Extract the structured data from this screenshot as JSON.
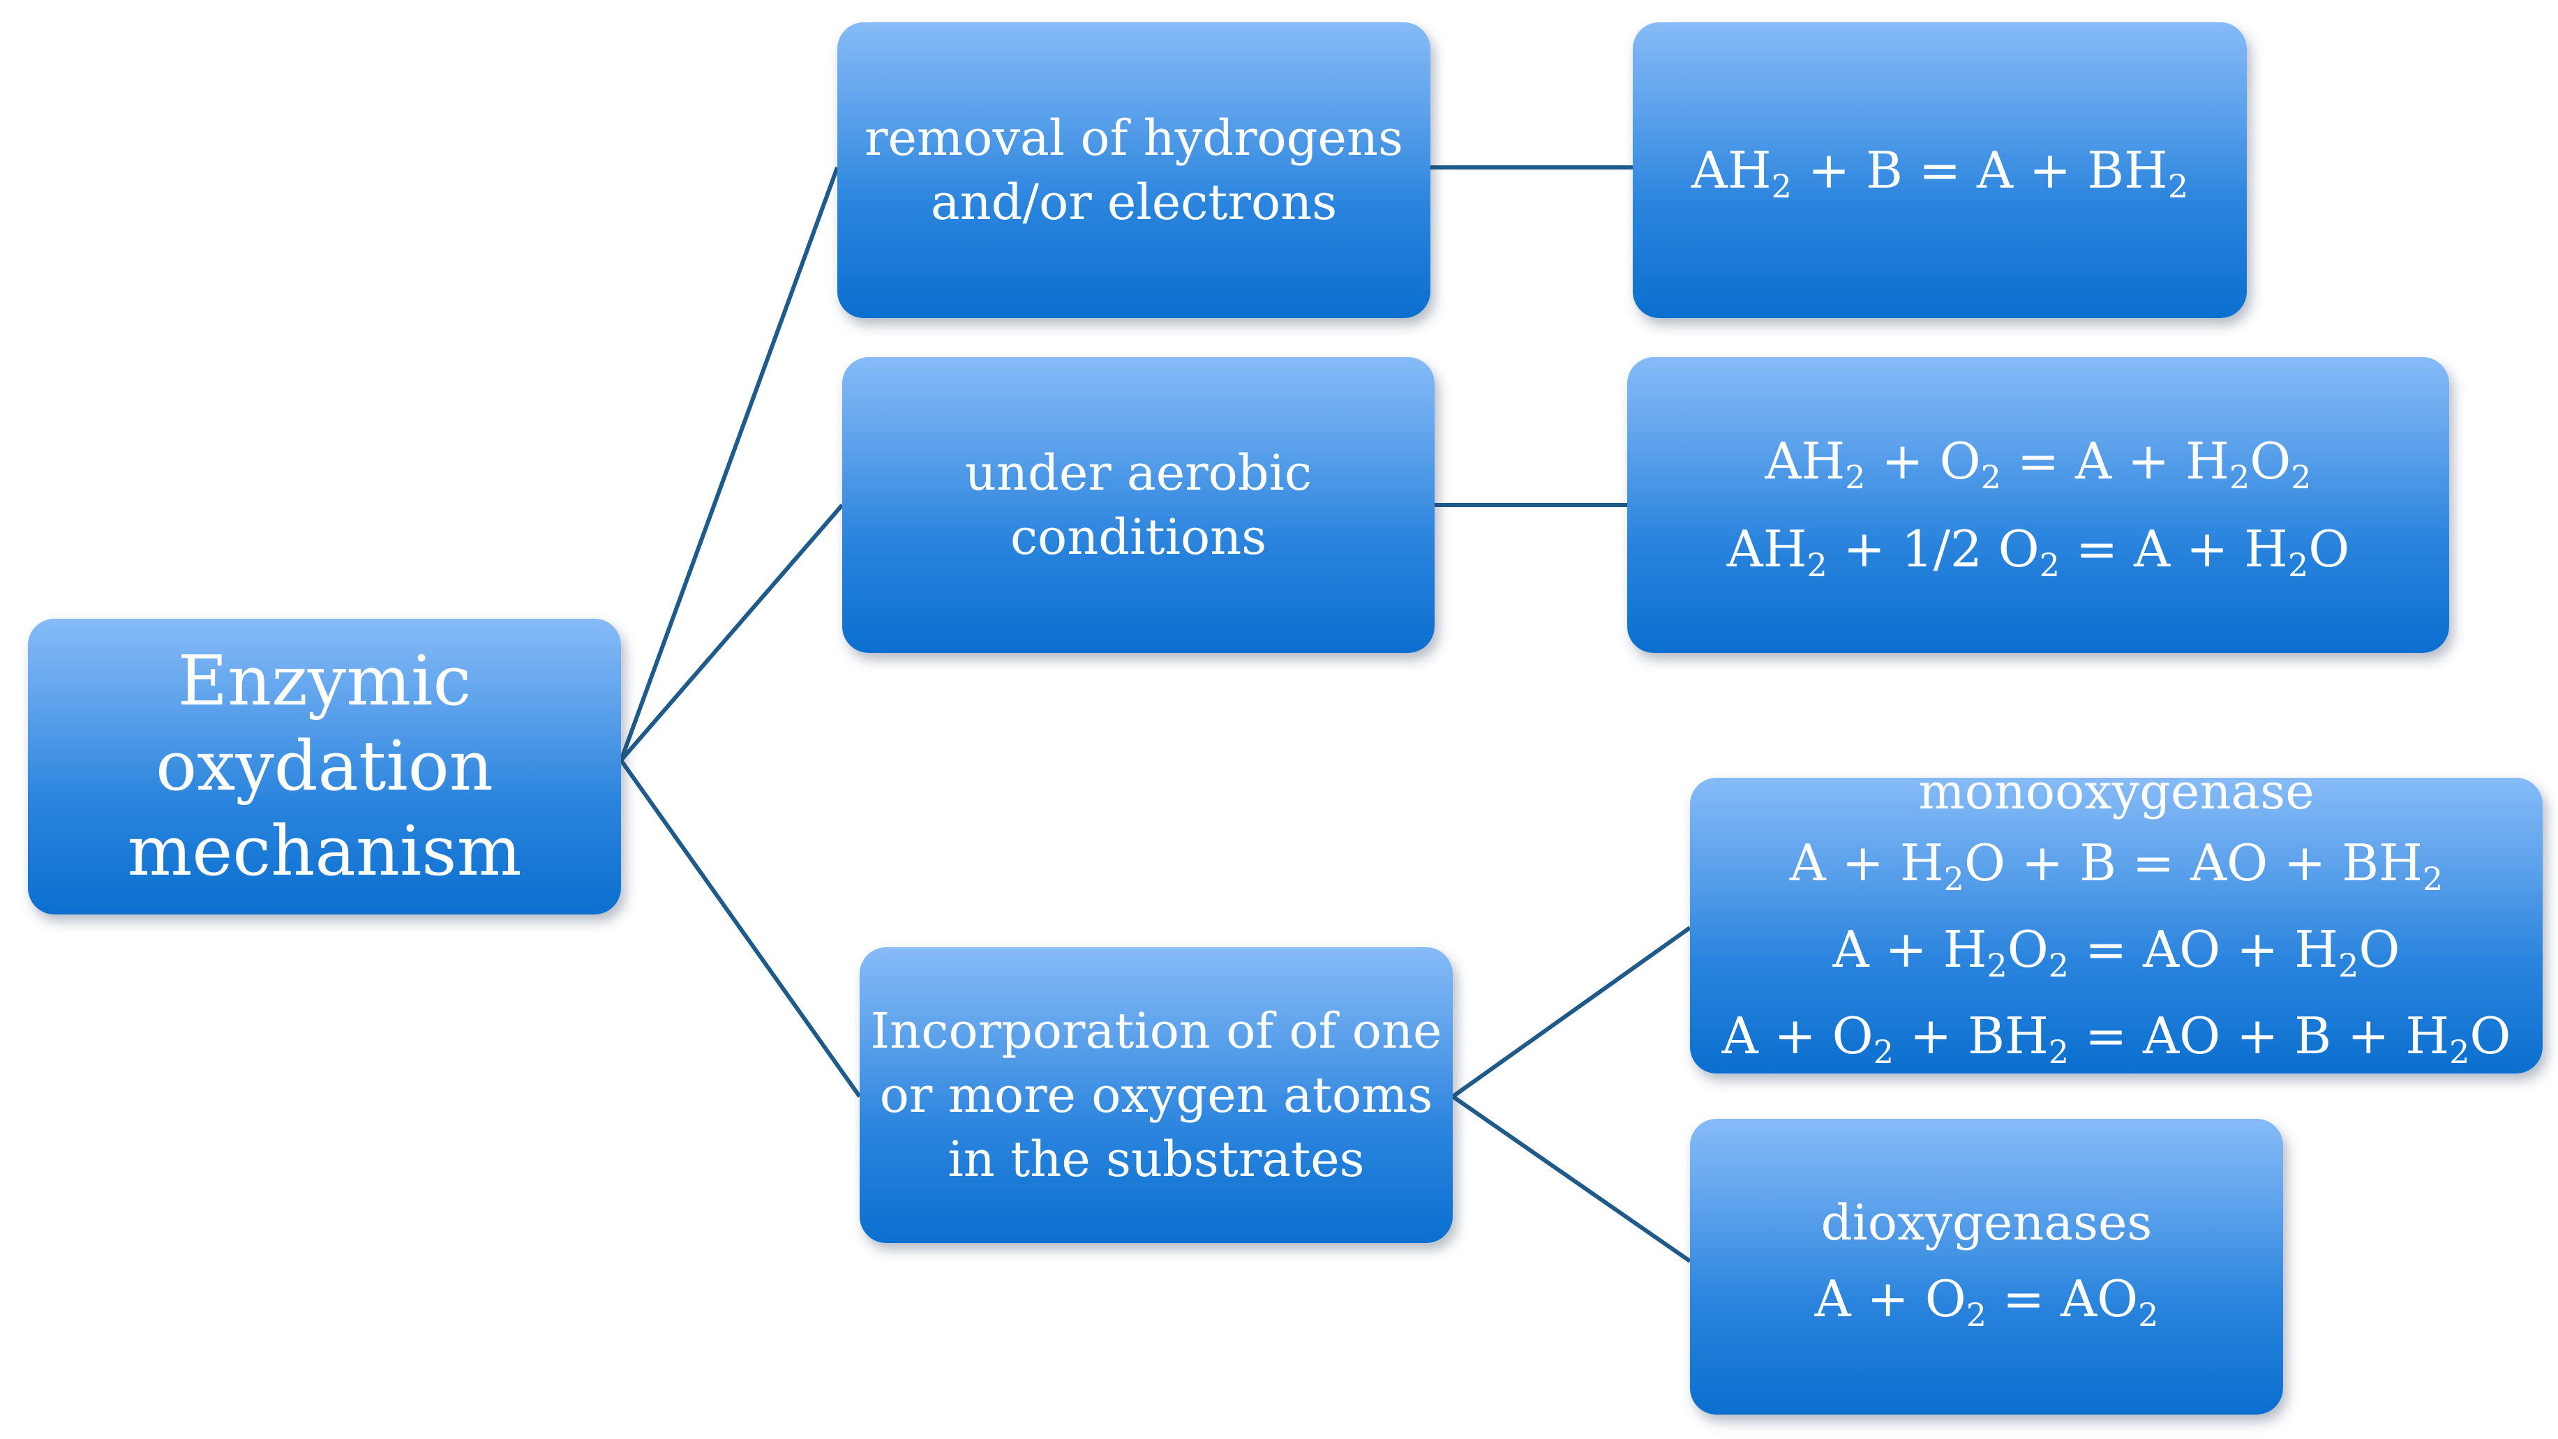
{
  "diagram": {
    "root": {
      "lines": [
        "Enzymic",
        "oxydation",
        "mechanism"
      ]
    },
    "branches": [
      {
        "lines": [
          "removal of hydrogens",
          "and/or electrons"
        ]
      },
      {
        "lines": [
          "under aerobic",
          "conditions"
        ]
      },
      {
        "lines": [
          "Incorporation of of one",
          "or more oxygen atoms",
          "in the substrates"
        ]
      }
    ],
    "results": [
      {
        "equations": [
          [
            [
              "AH",
              "2"
            ],
            [
              " + B  = A  + BH",
              "2"
            ]
          ]
        ]
      },
      {
        "equations": [
          [
            [
              "AH",
              "2"
            ],
            [
              "  +  O",
              "2"
            ],
            [
              "  = A  +  H",
              "2"
            ],
            [
              "O",
              "2"
            ]
          ],
          [
            [
              "AH",
              "2"
            ],
            [
              "  +  1/2 O",
              "2"
            ],
            [
              "  =  A  +  H",
              "2"
            ],
            [
              "O",
              ""
            ]
          ]
        ]
      },
      {
        "title": "monooxygenase",
        "equations": [
          [
            [
              "A  +  H",
              "2"
            ],
            [
              "O  +  B  =  AO  +  BH",
              "2"
            ]
          ],
          [
            [
              "A  +  H",
              "2"
            ],
            [
              "O",
              "2"
            ],
            [
              "  =  AO  +  H",
              "2"
            ],
            [
              "O",
              ""
            ]
          ],
          [
            [
              "A  +  O",
              "2"
            ],
            [
              "  +  BH",
              "2"
            ],
            [
              "  =  AO  +  B  +  H",
              "2"
            ],
            [
              "O",
              ""
            ]
          ]
        ]
      },
      {
        "title": "dioxygenases",
        "equations": [
          [
            [
              "A  +  O",
              "2"
            ],
            [
              "  =  AO",
              "2"
            ]
          ]
        ]
      }
    ],
    "colors": {
      "box_top": "#86bbf7",
      "box_bottom": "#0b6fcf",
      "text": "#ffffff",
      "connector": "#1f5b8a"
    }
  }
}
